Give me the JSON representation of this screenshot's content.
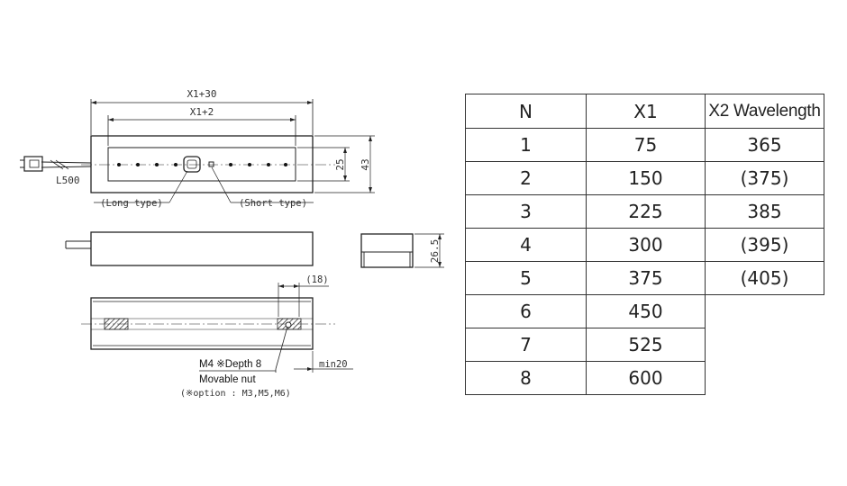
{
  "drawing": {
    "dims": {
      "x1_plus_30": "X1+30",
      "x1_plus_2": "X1+2",
      "cable_length": "L500",
      "inner_height": "25",
      "outer_height": "43",
      "side_height": "26.5",
      "nut_offset": "(18)",
      "min_clearance": "min20"
    },
    "labels": {
      "long_type": "(Long type)",
      "short_type": "(Short type)",
      "nut_spec": "M4 ※Depth 8",
      "movable_nut": "Movable nut",
      "option_note": "(※option : M3,M5,M6)"
    }
  },
  "table": {
    "headers": [
      "N",
      "X1",
      "X2 Wavelength"
    ],
    "rows": [
      [
        "1",
        "75",
        "365"
      ],
      [
        "2",
        "150",
        "(375)"
      ],
      [
        "3",
        "225",
        "385"
      ],
      [
        "4",
        "300",
        "(395)"
      ],
      [
        "5",
        "375",
        "(405)"
      ],
      [
        "6",
        "450",
        ""
      ],
      [
        "7",
        "525",
        ""
      ],
      [
        "8",
        "600",
        ""
      ]
    ]
  }
}
